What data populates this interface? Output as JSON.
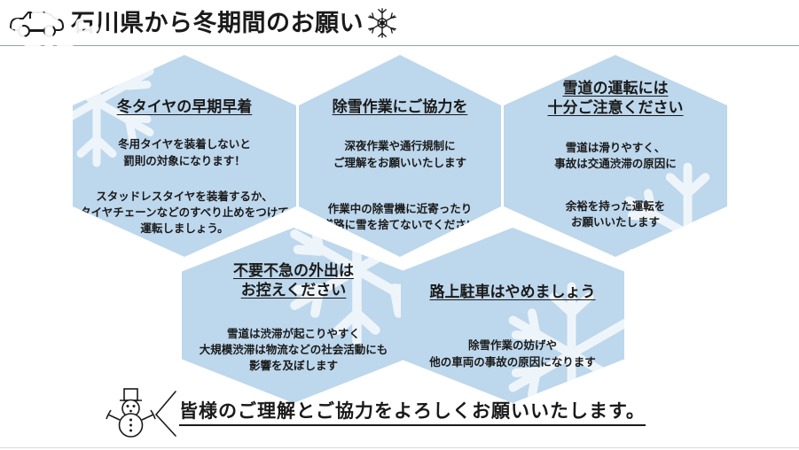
{
  "header": {
    "car_icon": "car-icon",
    "title": "石川県から冬期間のお願い",
    "snowflake_icon": "snowflake-icon"
  },
  "hexagons": [
    {
      "id": "winter-tires",
      "title": "冬タイヤの早期早着",
      "body": "冬用タイヤを装着しないと\n罰則の対象になります！",
      "body2": "スタッドレスタイヤを装着するか、\nタイヤチェーンなどのすべり止めをつけて\n運転しましょう。"
    },
    {
      "id": "snow-removal-cooperation",
      "title": "除雪作業にご協力を",
      "body": "深夜作業や通行規制に\nご理解をお願いいたします",
      "body2": "作業中の除雪機に近寄ったり\n道路に雪を捨てないでください"
    },
    {
      "id": "snowy-road-driving",
      "title": "雪道の運転には\n十分ご注意ください",
      "body": "雪道は滑りやすく、\n事故は交通渋滞の原因に",
      "body2": "余裕を持った運転を\nお願いいたします"
    },
    {
      "id": "avoid-nonessential-outings",
      "title": "不要不急の外出は\nお控えください",
      "body": "雪道は渋滞が起こりやすく\n大規模渋滞は物流などの社会活動にも\n影響を及ぼします",
      "body2": ""
    },
    {
      "id": "no-street-parking",
      "title": "路上駐車はやめましょう",
      "body": "除雪作業の妨げや\n他の車両の事故の原因になります",
      "body2": ""
    }
  ],
  "footer": {
    "snowman_icon": "snowman-icon",
    "bracket_icon": "bracket-icon",
    "text": "皆様のご理解とご協力をよろしくお願いいたします。"
  },
  "colors": {
    "hex_fill": "#bdd7ec",
    "text": "#1a1a1a",
    "rule": "#9aa2a8",
    "flake": "#ffffff"
  }
}
